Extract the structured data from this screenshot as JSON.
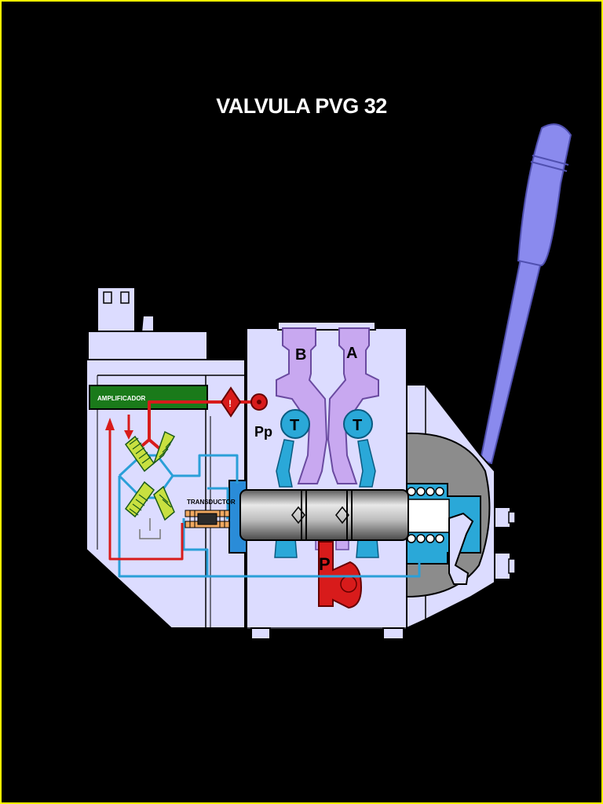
{
  "title": "VALVULA PVG 32",
  "labels": {
    "amplifier": "AMPLIFICADOR",
    "transducer": "TRANSDUCTOR",
    "port_b": "B",
    "port_a": "A",
    "tank_left": "T",
    "tank_right": "T",
    "pilot_pressure": "Pp",
    "pressure": "P"
  },
  "colors": {
    "background": "#000000",
    "border": "#ffff00",
    "body": "#dcdcff",
    "pressure_line": "#d81b1b",
    "tank_line": "#2a9fd8",
    "work_port": "#c8a8f0",
    "amplifier": "#1a7a1a",
    "lever": "#8a8aee"
  }
}
